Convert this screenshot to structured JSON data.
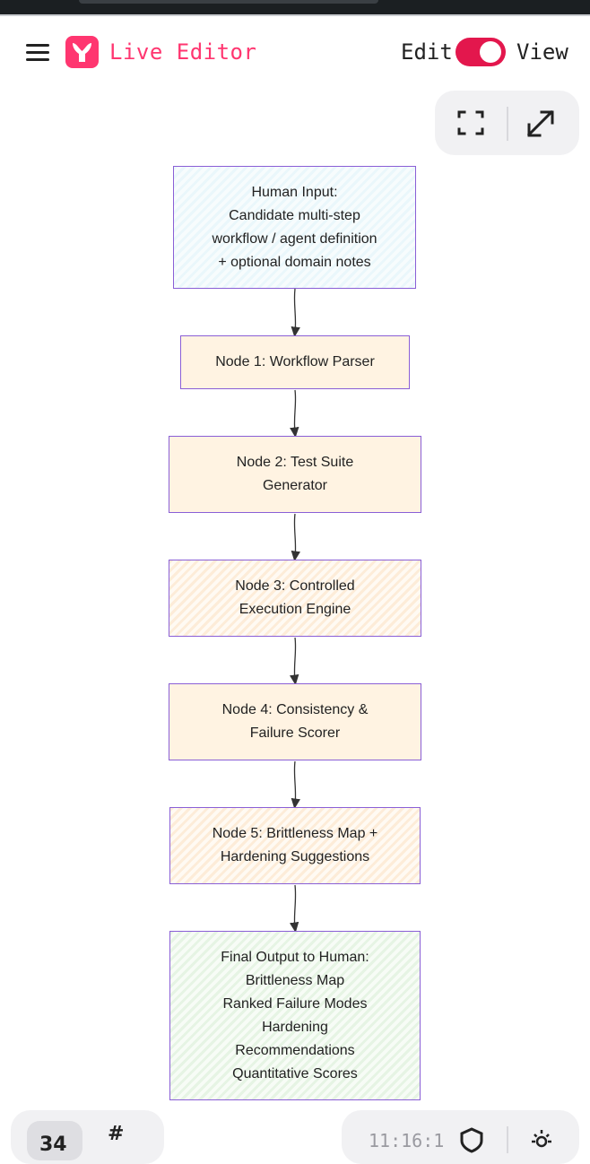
{
  "header": {
    "menu_icon": "hamburger-menu-icon",
    "logo_icon": "mermaid-logo-icon",
    "app_title": "Live Editor",
    "mode_edit_label": "Edit",
    "mode_view_label": "View",
    "toggle_state": "view",
    "accent_color": "#ff3670"
  },
  "controls": {
    "fullscreen_icon": "fullscreen-icon",
    "expand_icon": "expand-arrows-icon"
  },
  "diagram": {
    "nodes": [
      {
        "lines": [
          "Human Input:",
          "Candidate multi-step",
          "workflow / agent definition",
          "+ optional domain notes"
        ]
      },
      {
        "lines": [
          "Node 1: Workflow Parser"
        ]
      },
      {
        "lines": [
          "Node 2: Test Suite",
          "Generator"
        ]
      },
      {
        "lines": [
          "Node 3: Controlled",
          "Execution Engine"
        ]
      },
      {
        "lines": [
          "Node 4: Consistency &",
          "Failure Scorer"
        ]
      },
      {
        "lines": [
          "Node 5: Brittleness Map +",
          "Hardening Suggestions"
        ]
      },
      {
        "lines": [
          "Final Output to Human:",
          "Brittleness Map",
          "Ranked Failure Modes",
          "Hardening",
          "Recommendations",
          "Quantitative Scores"
        ]
      }
    ]
  },
  "bottom": {
    "left_active_glyph": "34",
    "left_grid_glyph": "#",
    "right_text": "11:16:1"
  }
}
